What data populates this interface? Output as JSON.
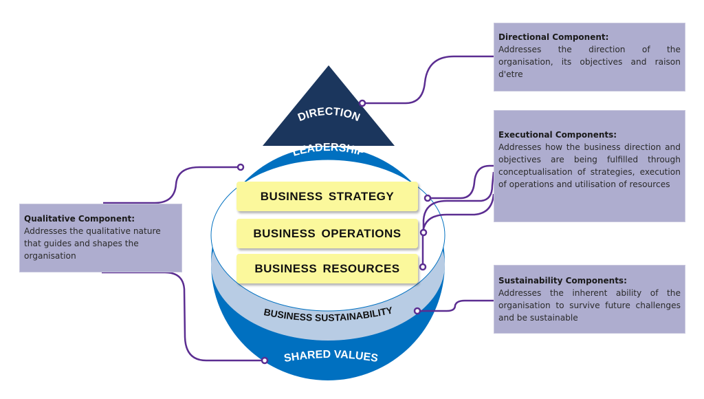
{
  "diagram": {
    "direction_label": "DIRECTION",
    "leadership_label": "LEADERSHIP",
    "sustainability_label": "BUSINESS SUSTAINABILITY",
    "shared_values_label": "SHARED VALUES",
    "inner_items": [
      "BUSINESS STRATEGY",
      "BUSINESS OPERATIONS",
      "BUSINESS RESOURCES"
    ]
  },
  "callouts": {
    "directional": {
      "title": "Directional Component:",
      "body": "Addresses the direction of the organisation, its objectives and raison d'etre"
    },
    "executional": {
      "title": "Executional Components:",
      "body": "Addresses how the business direction and objectives are being fulfilled through conceptualisation of strategies, execution of operations and utilisation of resources"
    },
    "sustainability": {
      "title": "Sustainability Components:",
      "body": "Addresses the inherent ability of the organisation to survive future challenges and be sustainable"
    },
    "qualitative": {
      "title": "Qualitative Component:",
      "body": "Addresses the qualitative nature that guides and shapes the organisation"
    }
  },
  "colors": {
    "triangle": "#1b365d",
    "blue": "#0070c0",
    "light_blue": "#b8cce4",
    "connector": "#5b2d91",
    "callout_bg": "#aeadcf",
    "inner_box": "#fbf89c"
  }
}
